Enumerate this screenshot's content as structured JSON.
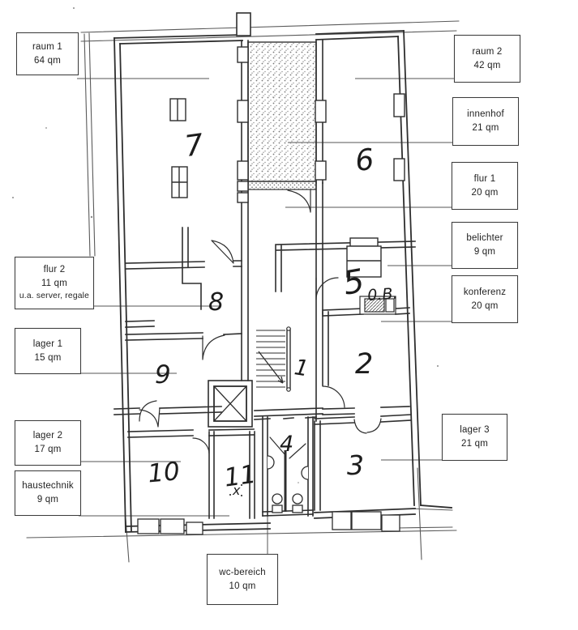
{
  "document": {
    "kind": "scanned floor plan with room labels"
  },
  "colors": {
    "paper": "#ffffff",
    "ink": "#2e2e2e",
    "boundary": "#5a5a5a",
    "stipple": "#7a7a7a"
  },
  "labels": {
    "raum1": [
      "raum 1",
      "64 qm"
    ],
    "raum2": [
      "raum 2",
      "42 qm"
    ],
    "innenhof": [
      "innenhof",
      "21 qm"
    ],
    "flur1": [
      "flur 1",
      "20 qm"
    ],
    "belichter": [
      "belichter",
      "9 qm"
    ],
    "konferenz": [
      "konferenz",
      "20 qm"
    ],
    "flur2": [
      "flur 2",
      "11 qm",
      "u.a. server, regale"
    ],
    "lager1": [
      "lager 1",
      "15 qm"
    ],
    "lager2": [
      "lager 2",
      "17 qm"
    ],
    "haustechnik": [
      "haustechnik",
      "9 qm"
    ],
    "lager3": [
      "lager 3",
      "21 qm"
    ],
    "wc": [
      "wc-bereich",
      "10 qm"
    ]
  },
  "handwritten": {
    "room7": "7",
    "room6": "6",
    "room8": "8",
    "room5": "5",
    "ob_note": "0.B.",
    "room1": "1",
    "room2": "2",
    "room9": "9",
    "room4": "4",
    "room3": "3",
    "room10": "10",
    "room11": "11",
    "x_mark": "x"
  }
}
